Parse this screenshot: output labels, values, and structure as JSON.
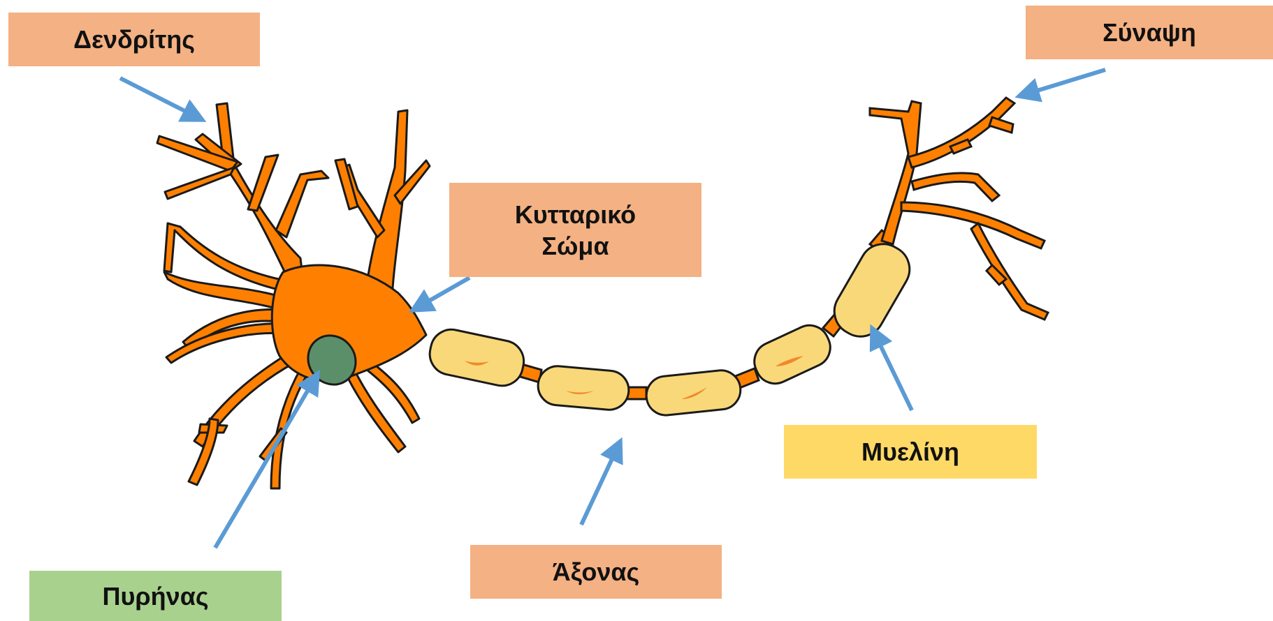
{
  "labels": {
    "dendrite": "Δενδρίτης",
    "synapse": "Σύναψη",
    "soma_line1": "Κυτταρικό",
    "soma_line2": "Σώμα",
    "myelin": "Μυελίνη",
    "axon": "Άξονας",
    "nucleus": "Πυρήνας"
  },
  "colors": {
    "label_orange": "#f4b183",
    "label_yellow": "#ffd966",
    "label_green": "#a9d18e",
    "neuron_orange": "#ff8000",
    "neuron_outline": "#1a1a1a",
    "myelin_fill": "#f9d87a",
    "nucleus_green": "#5b8f6a",
    "arrow_blue": "#5b9bd5"
  }
}
